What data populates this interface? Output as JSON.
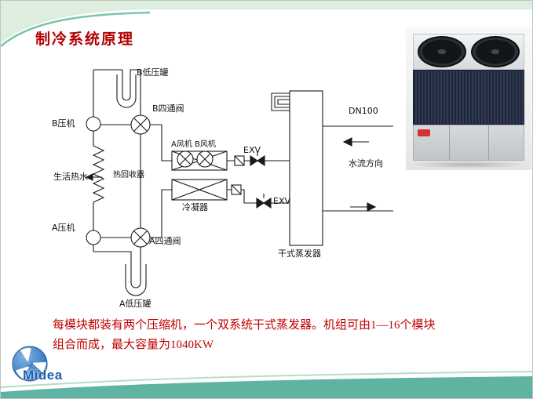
{
  "colors": {
    "title_red": "#b40000",
    "footer_red": "#c00000",
    "band_teal": "#5fb3a2",
    "logo_blue": "#2a6cb5"
  },
  "slide": {
    "title": "制冷系统原理"
  },
  "footer": {
    "line1": "每模块都装有两个压缩机，一个双系统干式蒸发器。机组可由1—16个模块",
    "line2": "组合而成，最大容量为1040KW"
  },
  "logo": {
    "brand": "Midea"
  },
  "diagram": {
    "labels": {
      "b_low_pressure_tank": "B低压罐",
      "b_four_way_valve": "B四通阀",
      "b_compressor": "B压机",
      "domestic_hot_water": "生活热水",
      "heat_recovery": "热回收器",
      "fans": "A风机 B风机",
      "condenser": "冷凝器",
      "exv_top": "EXV",
      "exv_bottom": "EXV",
      "dry_evaporator": "干式蒸发器",
      "pipe_size": "DN100",
      "water_flow_direction": "水流方向",
      "a_compressor": "A压机",
      "a_four_way_valve": "A四通阀",
      "a_low_pressure_tank": "A低压罐"
    }
  }
}
